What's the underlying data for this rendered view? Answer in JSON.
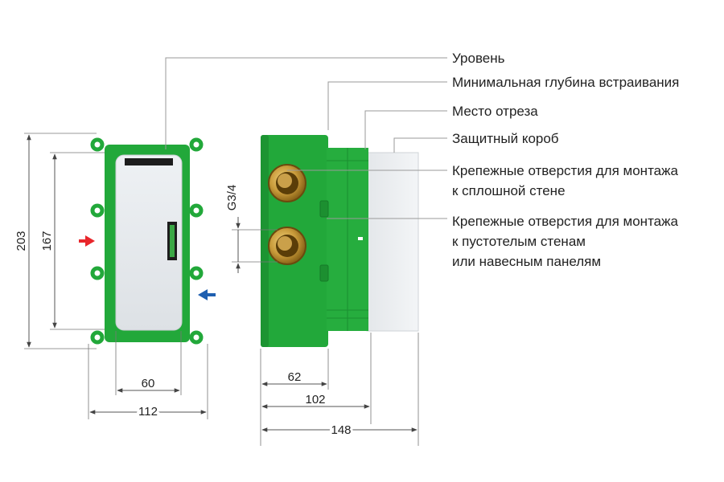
{
  "callouts": {
    "level": "Уровень",
    "min_depth": "Минимальная глубина встраивания",
    "cut_place": "Место отреза",
    "protective_box": "Защитный короб",
    "solid_wall_line1": "Крепежные отверстия для монтажа",
    "solid_wall_line2": "к сплошной стене",
    "hollow_wall_line1": "Крепежные отверстия для монтажа",
    "hollow_wall_line2": "к пустотелым стенам",
    "hollow_wall_line3": "или навесным панелям"
  },
  "dimensions": {
    "total_height": "203",
    "inner_height": "167",
    "inner_width": "60",
    "total_width": "112",
    "thread": "G3/4",
    "depth_min": "62",
    "depth_mid": "102",
    "depth_max": "148"
  },
  "colors": {
    "body_green": "#22a83a",
    "cover_grey": "#e8ebee",
    "hot_arrow": "#e8262b",
    "cold_arrow": "#1f5fb0",
    "brass": "#b8862c"
  },
  "icons": {
    "hot_inlet": "red-arrow-icon",
    "cold_inlet": "blue-arrow-icon"
  }
}
